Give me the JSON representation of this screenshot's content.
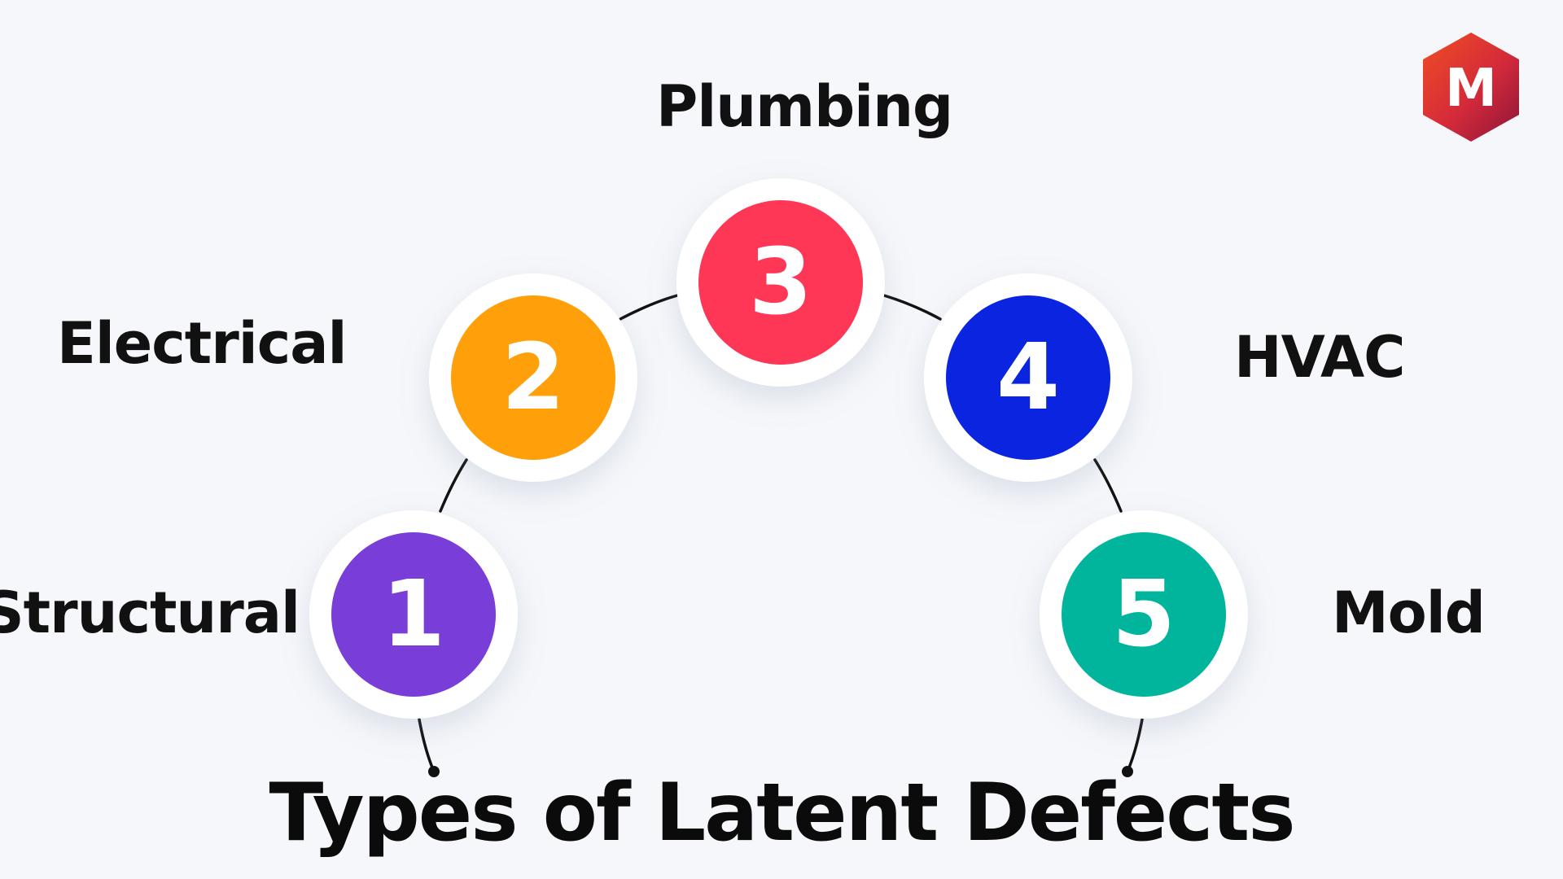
{
  "title": "Types of Latent Defects",
  "logo": {
    "letter": "M",
    "colors": [
      "#c81e3c",
      "#f04e23",
      "#8a1538"
    ]
  },
  "items": [
    {
      "number": "1",
      "label": "Structural",
      "color": "#7a3ed8"
    },
    {
      "number": "2",
      "label": "Electrical",
      "color": "#ff9f0a"
    },
    {
      "number": "3",
      "label": "Plumbing",
      "color": "#fe3757"
    },
    {
      "number": "4",
      "label": "HVAC",
      "color": "#0b24e0"
    },
    {
      "number": "5",
      "label": "Mold",
      "color": "#00b59b"
    }
  ]
}
